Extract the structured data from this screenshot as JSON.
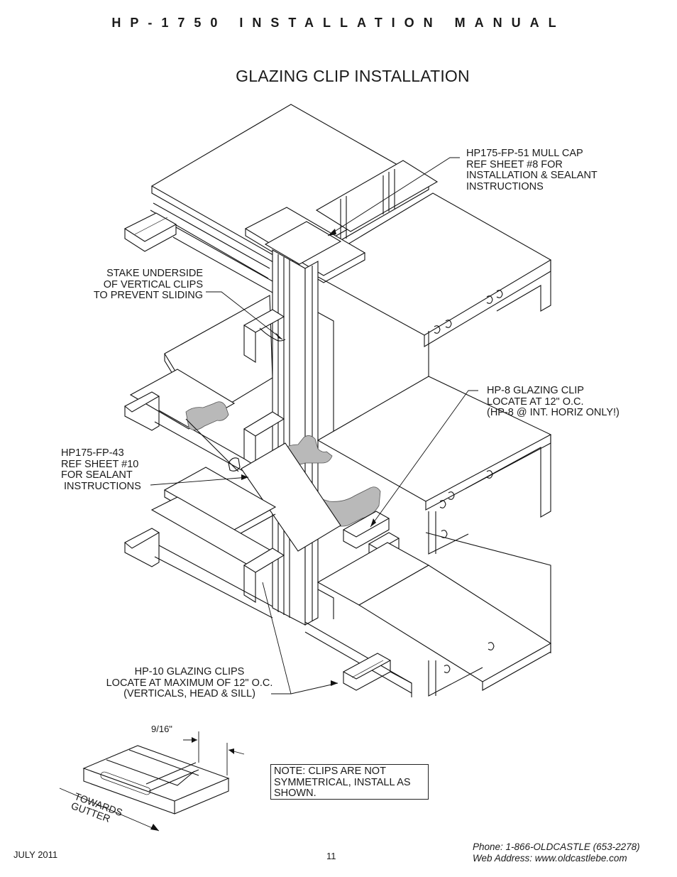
{
  "header": {
    "title": "HP-1750 INSTALLATION MANUAL"
  },
  "drawing_title": "GLAZING CLIP INSTALLATION",
  "callouts": {
    "mull_cap": "HP175-FP-51 MULL CAP\nREF SHEET #8 FOR\nINSTALLATION & SEALANT\nINSTRUCTIONS",
    "stake": "STAKE UNDERSIDE\nOF VERTICAL CLIPS\nTO PREVENT SLIDING",
    "hp8": "HP-8 GLAZING CLIP\nLOCATE AT 12\" O.C.\n(HP-8 @ INT. HORIZ ONLY!)",
    "hp175_fp43": "HP175-FP-43\nREF SHEET #10\nFOR SEALANT\n INSTRUCTIONS",
    "hp10": "HP-10 GLAZING CLIPS\nLOCATE AT MAXIMUM OF 12\" O.C.\n(VERTICALS, HEAD & SILL)"
  },
  "detail": {
    "dimension": "9/16\"",
    "direction": "TOWARDS\nGUTTER",
    "note": "NOTE: CLIPS ARE NOT\nSYMMETRICAL, INSTALL AS\nSHOWN."
  },
  "footer": {
    "date": "JULY 2011",
    "page_number": "11",
    "contact": "Phone: 1-866-OLDCASTLE (653-2278)\nWeb Address: www.oldcastlebe.com"
  }
}
